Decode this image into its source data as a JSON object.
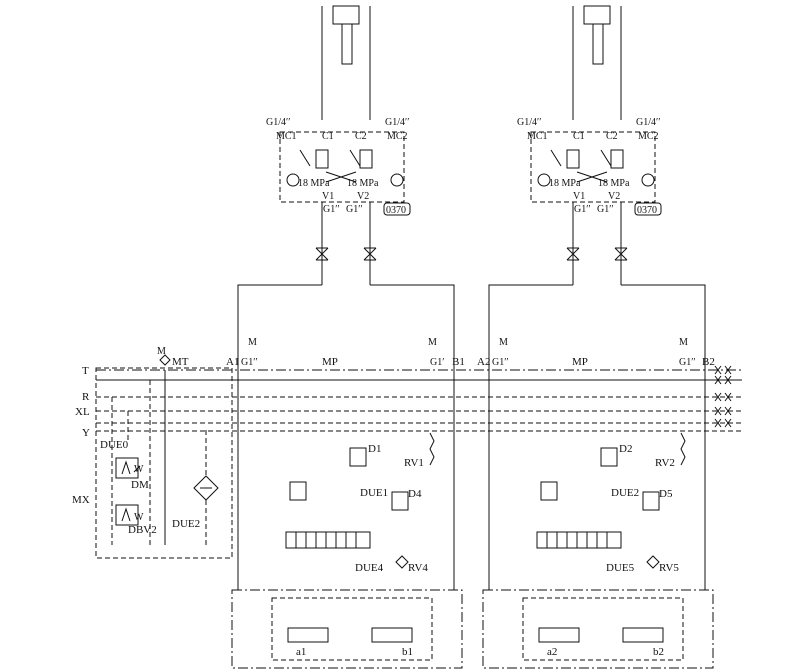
{
  "lines": {
    "t": "T",
    "r": "R",
    "xl": "XL",
    "y": "Y",
    "mx": "MX"
  },
  "left_panel": {
    "mt": "MT",
    "m": "M",
    "due0": "DUE0",
    "dm": "DM",
    "dbv2": "DBV2",
    "due2": "DUE2",
    "w": "W"
  },
  "block_labels": {
    "g14": "G1/4′′",
    "g1pp": "G1′′",
    "g1p": "G1′",
    "mc1": "MC1",
    "mc2": "MC2",
    "c1": "C1",
    "c2": "C2",
    "v1": "V1",
    "v2": "V2",
    "mpa": "18 MPa",
    "tag": "0370",
    "m": "M"
  },
  "sections": [
    {
      "a": "A1",
      "b": "B1",
      "mp": "MP",
      "d_up": "D1",
      "d_lo": "D4",
      "due_mid": "DUE1",
      "due_lo": "DUE4",
      "rv_up": "RV1",
      "rv_lo": "RV4",
      "sol_a": "a1",
      "sol_b": "b1"
    },
    {
      "a": "A2",
      "b": "B2",
      "mp": "MP",
      "d_up": "D2",
      "d_lo": "D5",
      "due_mid": "DUE2",
      "due_lo": "DUE5",
      "rv_up": "RV2",
      "rv_lo": "RV5",
      "sol_a": "a2",
      "sol_b": "b2"
    }
  ]
}
